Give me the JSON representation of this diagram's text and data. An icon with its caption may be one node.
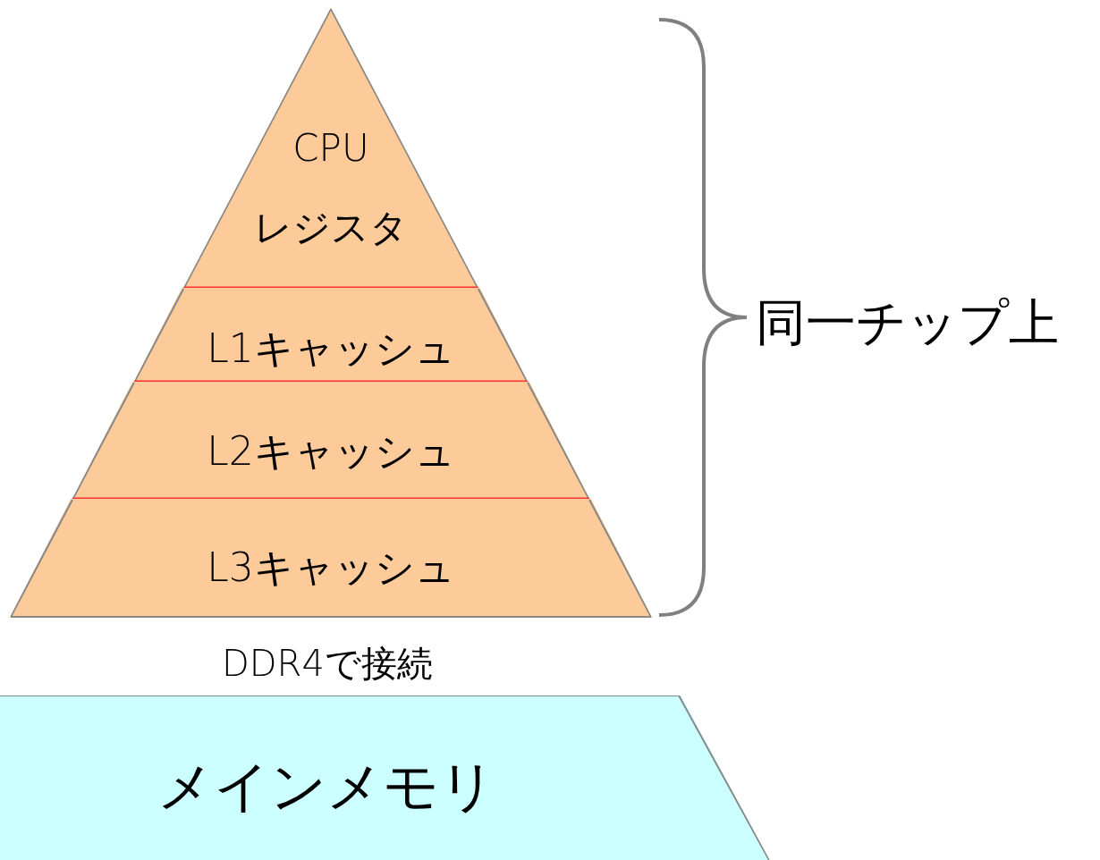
{
  "diagram": {
    "nodes": [
      {
        "text": [
          "CPU",
          "レジスタ"
        ]
      },
      {
        "text": [
          "L1キャッシュ"
        ]
      },
      {
        "text": [
          "L2キャッシュ"
        ]
      },
      {
        "text": [
          "L3キャッシュ"
        ]
      },
      {
        "text": [
          "メインメモリ"
        ]
      }
    ],
    "edges": [],
    "labels": [
      "DDR4で接続",
      "同一チップ上"
    ]
  }
}
